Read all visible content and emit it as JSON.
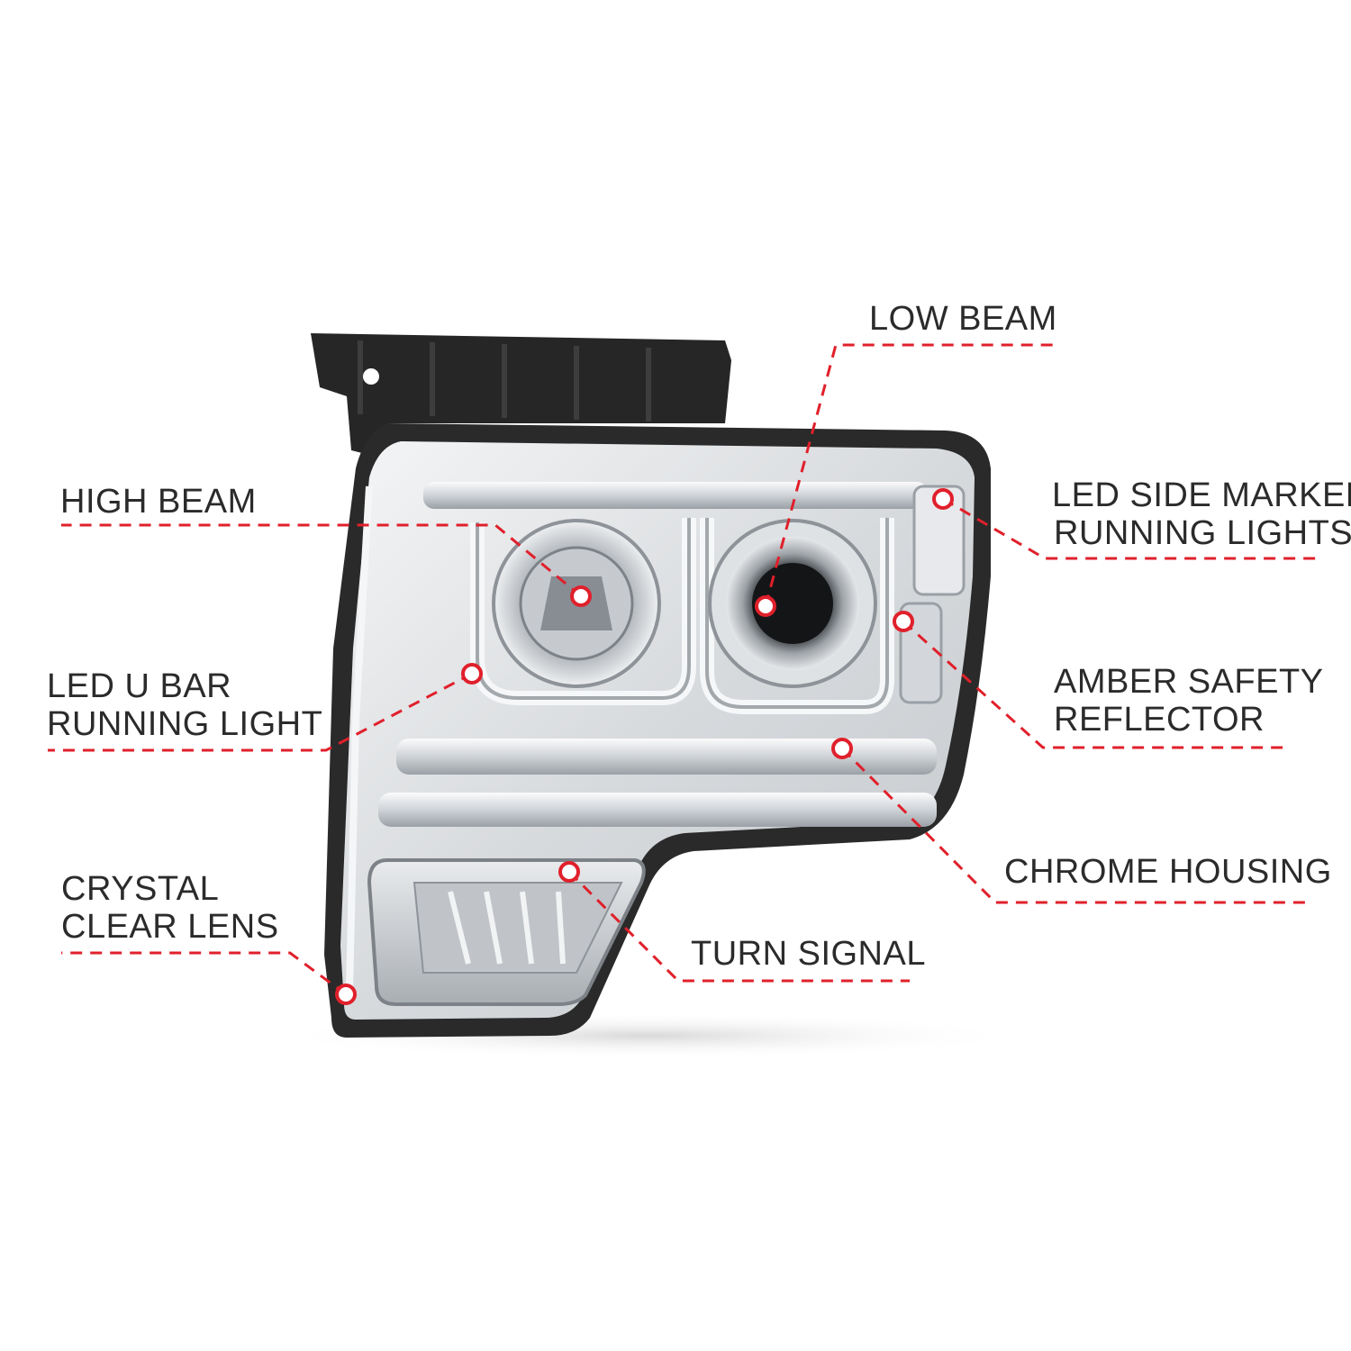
{
  "colors": {
    "callout": "#e0202b",
    "text": "#2b2b2b",
    "chrome_light": "#eef0f2",
    "chrome_mid": "#b9bec4",
    "chrome_dark": "#6d7278",
    "bracket": "#262626",
    "amber": "#e8a04a"
  },
  "labels": {
    "low_beam": "LOW BEAM",
    "high_beam": "HIGH BEAM",
    "led_side_marker_1": "LED SIDE MARKER",
    "led_side_marker_2": "RUNNING LIGHTS",
    "led_u_bar_1": "LED U BAR",
    "led_u_bar_2": "RUNNING LIGHT",
    "amber_safety_1": "AMBER SAFETY",
    "amber_safety_2": "REFLECTOR",
    "chrome_housing": "CHROME HOUSING",
    "crystal_clear_1": "CRYSTAL",
    "crystal_clear_2": "CLEAR LENS",
    "turn_signal": "TURN SIGNAL"
  }
}
